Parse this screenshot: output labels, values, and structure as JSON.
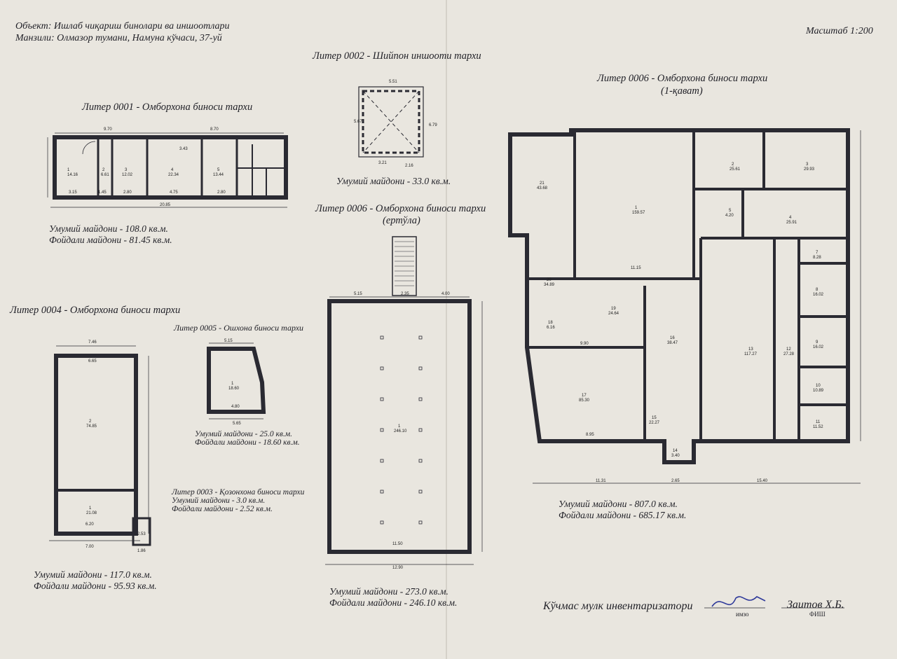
{
  "header": {
    "object_line": "Объект: Ишлаб чиқариш бинолари ва иншоотлари",
    "address_line": "Манзили: Олмазор тумани, Намуна кўчаси, 37-уй",
    "scale": "Масштаб 1:200"
  },
  "plans": {
    "lit0001": {
      "title": "Литер 0001 - Омборхона биноси тархи",
      "total": "Умумий майдони - 108.0 кв.м.",
      "useful": "Фойдали майдони - 81.45 кв.м."
    },
    "lit0002": {
      "title": "Литер 0002 - Шийпон иншооти тархи",
      "total": "Умумий майдони - 33.0 кв.м."
    },
    "lit0006b": {
      "title": "Литер 0006 - Омборхона биноси тархи",
      "subtitle": "(ертўла)",
      "total": "Умумий майдони - 273.0 кв.м.",
      "useful": "Фойдали майдони - 246.10 кв.м."
    },
    "lit0006a": {
      "title": "Литер 0006 - Омборхона биноси тархи",
      "subtitle": "(1-қават)",
      "total": "Умумий майдони - 807.0 кв.м.",
      "useful": "Фойдали майдони - 685.17 кв.м."
    },
    "lit0004": {
      "title": "Литер 0004 - Омборхона биноси тархи",
      "total": "Умумий майдони - 117.0 кв.м.",
      "useful": "Фойдали майдони - 95.93 кв.м."
    },
    "lit0005": {
      "title": "Литер 0005 - Ошхона биноси тархи",
      "total": "Умумий майдони - 25.0 кв.м.",
      "useful": "Фойдали майдони - 18.60 кв.м."
    },
    "lit0003": {
      "title": "Литер 0003 - Қозонхона биноси тархи",
      "total": "Умумий майдони - 3.0 кв.м.",
      "useful": "Фойдали майдони - 2.52 кв.м."
    }
  },
  "footer": {
    "label": "Кўчмас мулк инвентаризатори",
    "sign_caption": "имзо",
    "name": "Заитов Х.Б.",
    "name_caption": "ФИШ"
  }
}
